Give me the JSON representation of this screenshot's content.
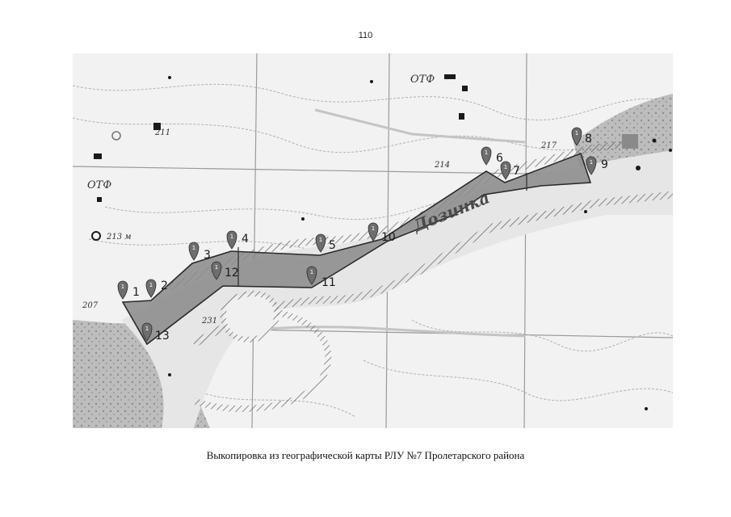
{
  "page": {
    "number": "110"
  },
  "map": {
    "caption": "Выкопировка из географической карты РЛУ №7 Пролетарского района",
    "river_label": "Дозинка",
    "colors": {
      "polygon_fill": "#8c8c8c",
      "polygon_stroke": "#2a2a2a",
      "marker": "#6e6e6e",
      "water": "#b9b9b9",
      "ink": "#1a1a1a"
    },
    "markers": [
      {
        "id": "marker-1",
        "label": "1"
      },
      {
        "id": "marker-2",
        "label": "2"
      },
      {
        "id": "marker-3",
        "label": "3"
      },
      {
        "id": "marker-4",
        "label": "4"
      },
      {
        "id": "marker-5",
        "label": "5"
      },
      {
        "id": "marker-6",
        "label": "6"
      },
      {
        "id": "marker-7",
        "label": "7"
      },
      {
        "id": "marker-8",
        "label": "8"
      },
      {
        "id": "marker-9",
        "label": "9"
      },
      {
        "id": "marker-10",
        "label": "10"
      },
      {
        "id": "marker-11",
        "label": "11"
      },
      {
        "id": "marker-12",
        "label": "12"
      },
      {
        "id": "marker-13",
        "label": "13"
      }
    ],
    "annotations": {
      "otf_top": "ОТФ",
      "otf_left": "ОТФ",
      "elev_211": "211",
      "elev_214": "214",
      "elev_217": "217",
      "elev_231": "231",
      "elev_207": "207",
      "elev_213": "213 м"
    }
  }
}
